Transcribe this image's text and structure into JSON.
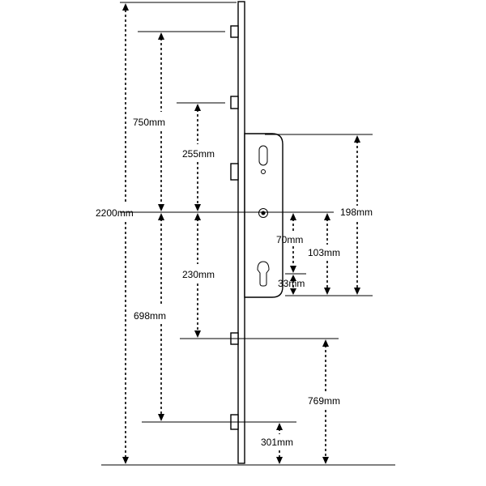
{
  "labels": {
    "overall_height": "2200mm",
    "top_hook_to_centre": "750mm",
    "upper_hook_to_centre": "255mm",
    "centre_to_lower_hook": "230mm",
    "centre_to_bottom_hook": "698mm",
    "case_height": "198mm",
    "case_lower": "103mm",
    "backset_centre": "70mm",
    "cylinder_offset": "33mm",
    "lower_hook_from_bottom": "769mm",
    "bottom_hook_from_bottom": "301mm"
  }
}
